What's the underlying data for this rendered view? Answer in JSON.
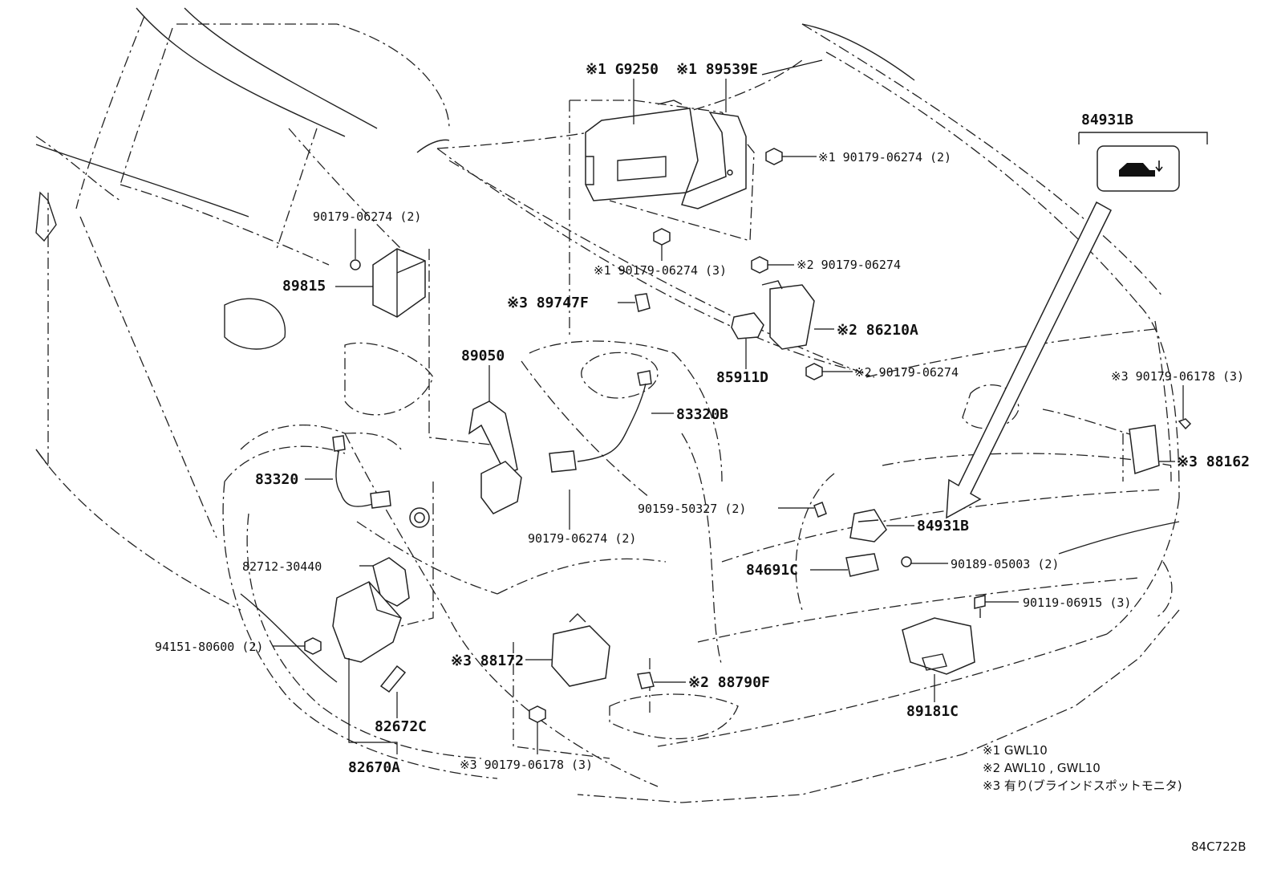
{
  "labels": {
    "g9250": "※1 G9250",
    "p89539e": "※1 89539E",
    "p84931b_top": "84931B",
    "bolt_top_right": "※1 90179-06274 (2)",
    "bolt_left_2": "90179-06274 (2)",
    "p89815": "89815",
    "bolt_ecu_3": "※1 90179-06274 (3)",
    "bolt_2_a": "※2 90179-06274",
    "p89747f": "※3 89747F",
    "p86210a": "※2 86210A",
    "p89050": "89050",
    "p85911d": "85911D",
    "bolt_2_b": "※2 90179-06274",
    "bolt_06178_right": "※3 90179-06178 (3)",
    "p83320b": "83320B",
    "p88162": "※3 88162",
    "p83320": "83320",
    "bolt_50327": "90159-50327 (2)",
    "p84931b": "84931B",
    "bolt_mid_2": "90179-06274 (2)",
    "p82712": "82712-30440",
    "p84691c": "84691C",
    "bolt_05003": "90189-05003 (2)",
    "bolt_06915": "90119-06915 (3)",
    "bolt_80600": "94151-80600 (2)",
    "p88172": "※3 88172",
    "p88790f": "※2 88790F",
    "p89181c": "89181C",
    "p82672c": "82672C",
    "bolt_06178_bottom": "※3 90179-06178 (3)",
    "p82670a": "82670A"
  },
  "legend": [
    "※1 GWL10",
    "※2 AWL10 , GWL10",
    "※3 有り(ブラインドスポットモニタ)"
  ],
  "diagram_code": "84C722B",
  "icons": {
    "trunk_switch": "car-trunk-open-icon"
  }
}
